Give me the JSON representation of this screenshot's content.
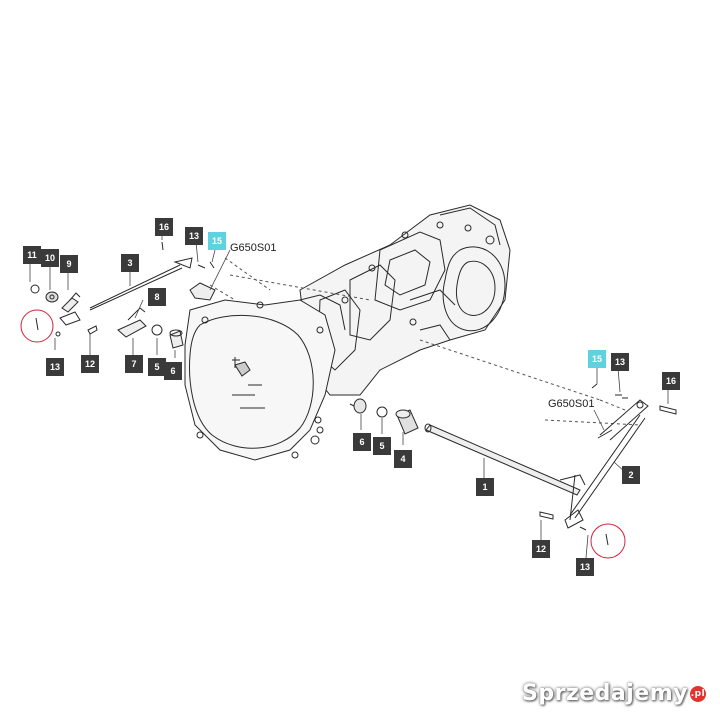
{
  "diagram": {
    "reference_codes": [
      "G650S01",
      "G650S01"
    ],
    "callouts": [
      "1",
      "2",
      "3",
      "4",
      "5",
      "5",
      "6",
      "6",
      "7",
      "8",
      "9",
      "10",
      "11",
      "12",
      "12",
      "13",
      "13",
      "13",
      "13",
      "15",
      "15",
      "16",
      "16"
    ],
    "highlight_color": "#5fd2e0",
    "callout_color": "#3a3a3a",
    "circle_color": "#d0233a"
  },
  "watermark": {
    "text": "Sprzedajemy",
    "suffix": ".pl"
  }
}
